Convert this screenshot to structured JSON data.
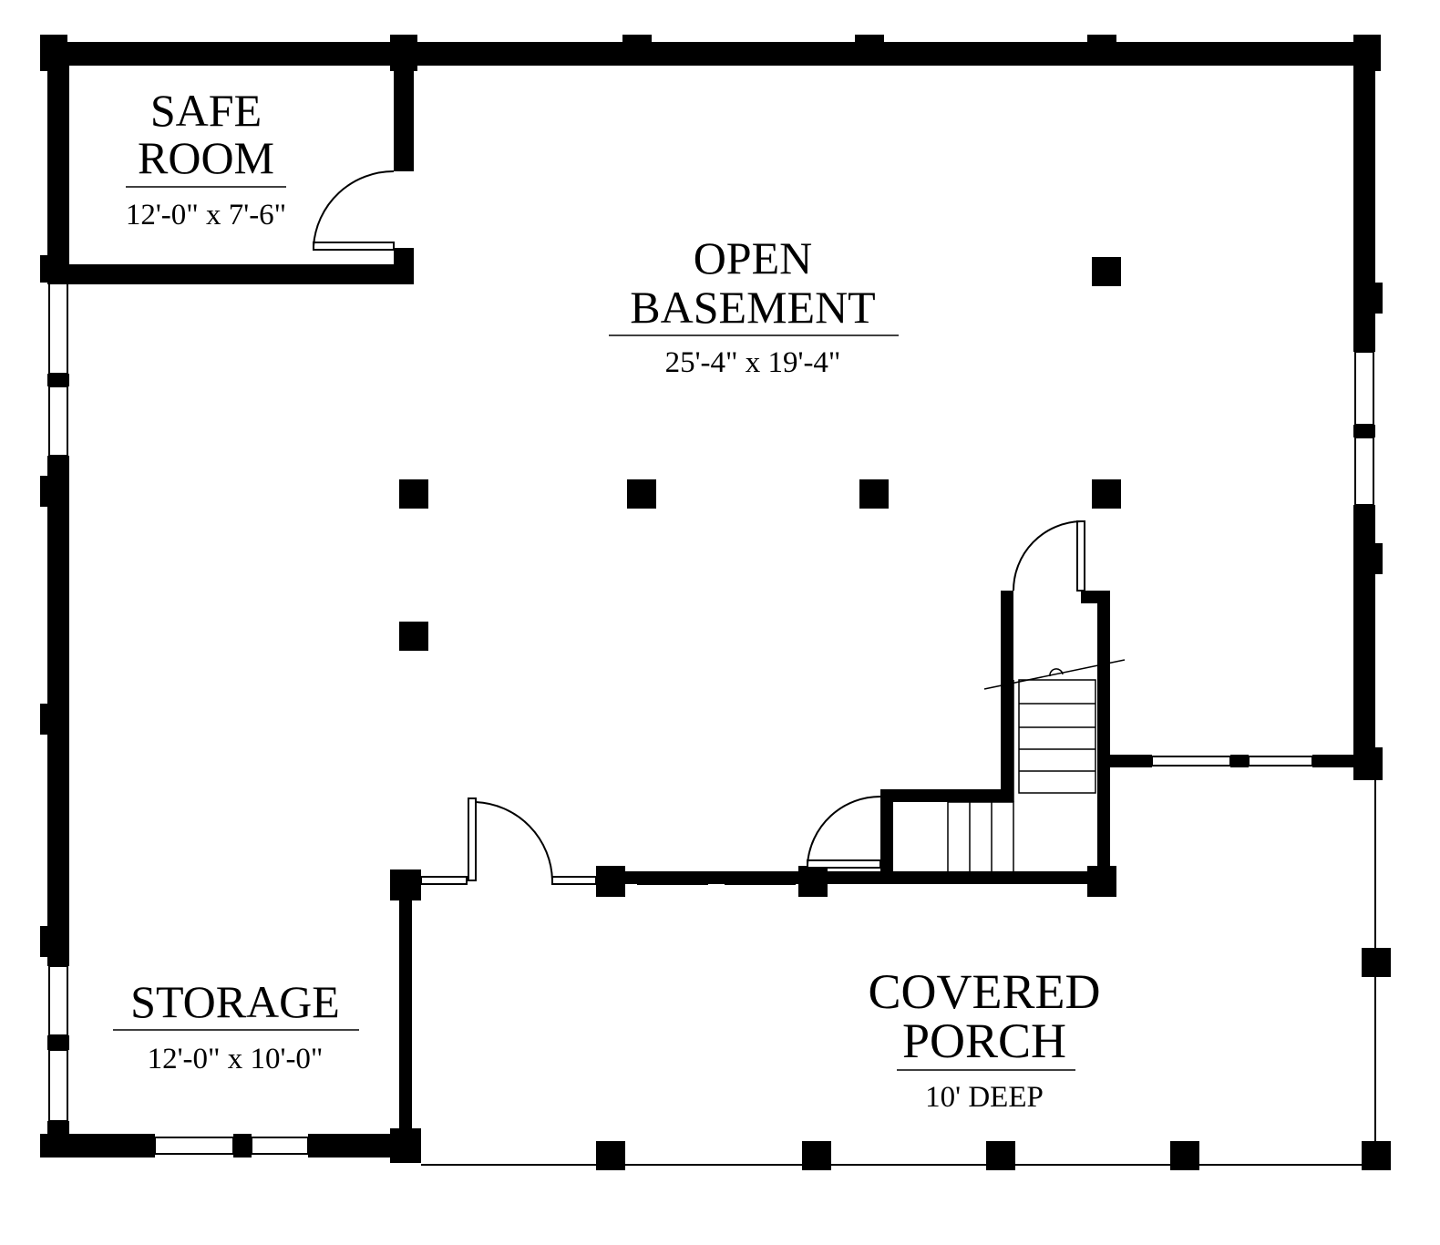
{
  "colors": {
    "wall": "#000000",
    "background": "#ffffff"
  },
  "rooms": {
    "safe_room": {
      "name_line1": "SAFE",
      "name_line2": "ROOM",
      "dimensions": "12'-0\" x 7'-6\""
    },
    "open_basement": {
      "name_line1": "OPEN",
      "name_line2": "BASEMENT",
      "dimensions": "25'-4\" x 19'-4\""
    },
    "storage": {
      "name_line1": "STORAGE",
      "dimensions": "12'-0\" x 10'-0\""
    },
    "covered_porch": {
      "name_line1": "COVERED",
      "name_line2": "PORCH",
      "dimensions": "10' DEEP"
    }
  }
}
